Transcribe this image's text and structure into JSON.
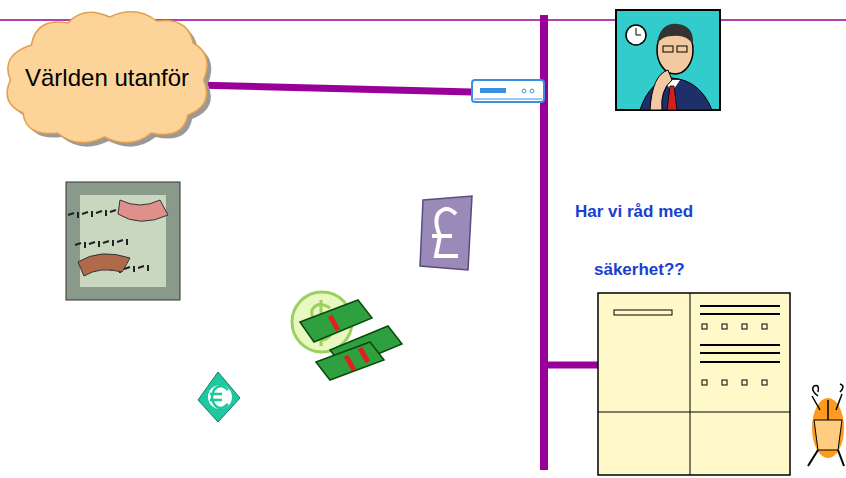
{
  "diagram": {
    "nodes": [
      {
        "text": [
          "Världen utanför"
        ]
      }
    ],
    "labels": [
      "Har vi råd med",
      "säkerhet??"
    ]
  }
}
